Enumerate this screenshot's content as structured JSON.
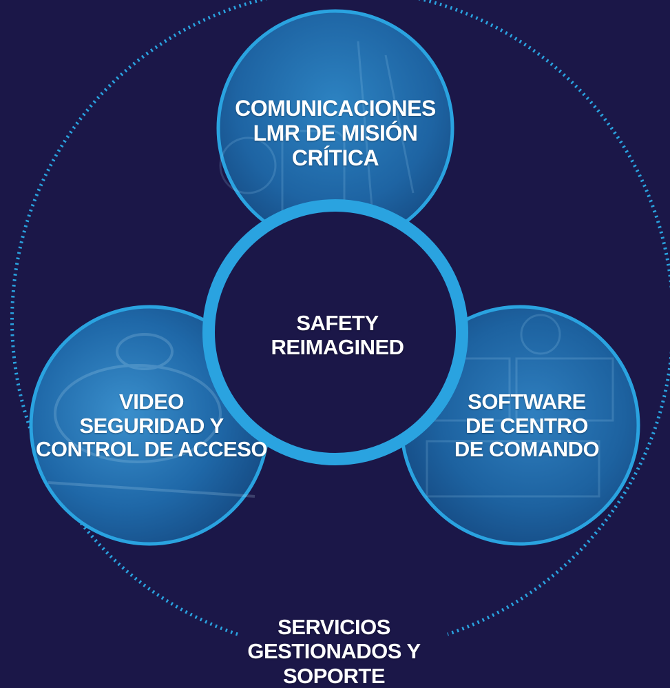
{
  "outer_ring": {
    "label_lines": [
      "SERVICIOS",
      "GESTIONADOS Y",
      "SOPORTE"
    ]
  },
  "center": {
    "label_lines": [
      "SAFETY",
      "REIMAGINED"
    ]
  },
  "nodes": {
    "top": {
      "label_lines": [
        "COMUNICACIONES",
        "LMR DE MISIÓN",
        "CRÍTICA"
      ]
    },
    "left": {
      "label_lines": [
        "VIDEO",
        "SEGURIDAD Y",
        "CONTROL DE ACCESO"
      ]
    },
    "right": {
      "label_lines": [
        "SOFTWARE",
        "DE CENTRO",
        "DE COMANDO"
      ]
    }
  },
  "colors": {
    "background": "#1b1748",
    "accent": "#2aa3e0",
    "node_fill": "#1f6aa8",
    "text": "#ffffff"
  }
}
